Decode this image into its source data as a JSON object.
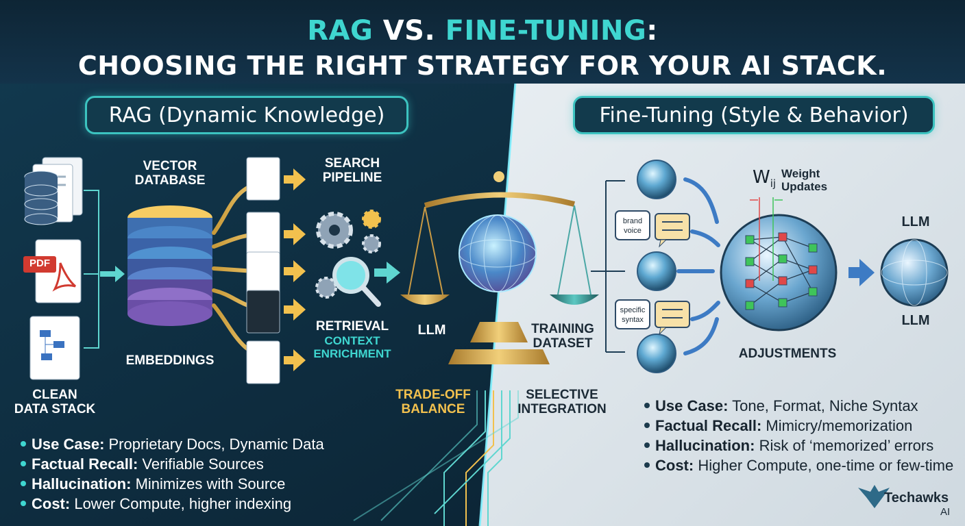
{
  "title": {
    "line1_part1": "RAG",
    "line1_part2": " VS. ",
    "line1_part3": "FINE-TUNING",
    "line1_part4": ":",
    "line2": "CHOOSING THE RIGHT STRATEGY FOR YOUR AI STACK."
  },
  "rag": {
    "header": "RAG (Dynamic Knowledge)",
    "vector_db_label": "VECTOR\nDATABASE",
    "embeddings_label": "EMBEDDINGS",
    "clean_data_label": "CLEAN\nDATA STACK",
    "pdf_label": "PDF",
    "search_pipeline_label": "SEARCH\nPIPELINE",
    "retrieval_label": "RETRIEVAL",
    "context_label": "CONTEXT\nENRICHMENT",
    "bullets": [
      {
        "key": "Use Case:",
        "value": " Proprietary Docs, Dynamic Data"
      },
      {
        "key": "Factual Recall:",
        "value": " Verifiable Sources"
      },
      {
        "key": "Hallucination:",
        "value": " Minimizes with Source"
      },
      {
        "key": "Cost:",
        "value": " Lower Compute, higher indexing"
      }
    ]
  },
  "center": {
    "llm_label": "LLM",
    "training_label": "TRAINING\nDATASET",
    "tradeoff_label": "TRADE-OFF\nBALANCE",
    "selective_label": "SELECTIVE\nINTEGRATION"
  },
  "finetune": {
    "header": "Fine-Tuning (Style & Behavior)",
    "bubble_brand": [
      "brand",
      "voice"
    ],
    "bubble_syntax": [
      "specific",
      "syntax"
    ],
    "w_symbol": "W",
    "w_sub": "ij",
    "weight_label": "Weight\nUpdates",
    "adjustments_label": "ADJUSTMENTS",
    "llm_top": "LLM",
    "llm_bottom": "LLM",
    "bullets": [
      {
        "key": "Use Case:",
        "value": " Tone, Format, Niche Syntax"
      },
      {
        "key": "Factual Recall:",
        "value": " Mimicry/memorization"
      },
      {
        "key": "Hallucination:",
        "value": " Risk of ‘memorized’ errors"
      },
      {
        "key": "Cost:",
        "value": " Higher Compute, one-time or few-time"
      }
    ]
  },
  "brand": {
    "name": "Techawks",
    "sub": "AI"
  },
  "colors": {
    "teal": "#3fd6d0",
    "gold": "#f2c14e",
    "navy": "#0b2233",
    "light": "#dfe6ec"
  }
}
